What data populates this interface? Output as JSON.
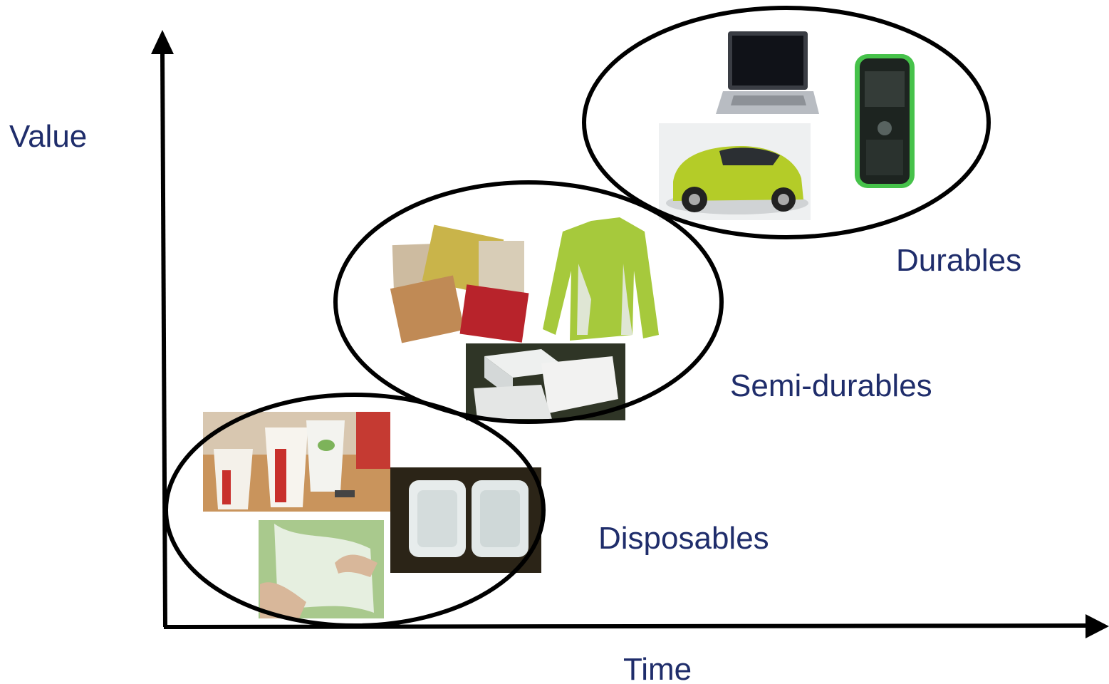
{
  "axes": {
    "y_label": "Value",
    "x_label": "Time"
  },
  "groups": [
    {
      "label": "Disposables",
      "items": [
        "paper cups",
        "plastic bag",
        "foam trays"
      ]
    },
    {
      "label": "Semi-durables",
      "items": [
        "carpet samples",
        "green long-sleeve shirt",
        "foam blocks"
      ]
    },
    {
      "label": "Durables",
      "items": [
        "laptop",
        "green car",
        "mobile phone"
      ]
    }
  ],
  "colors": {
    "label_text": "#1f2d6b",
    "axis": "#000000",
    "outline": "#000000"
  }
}
